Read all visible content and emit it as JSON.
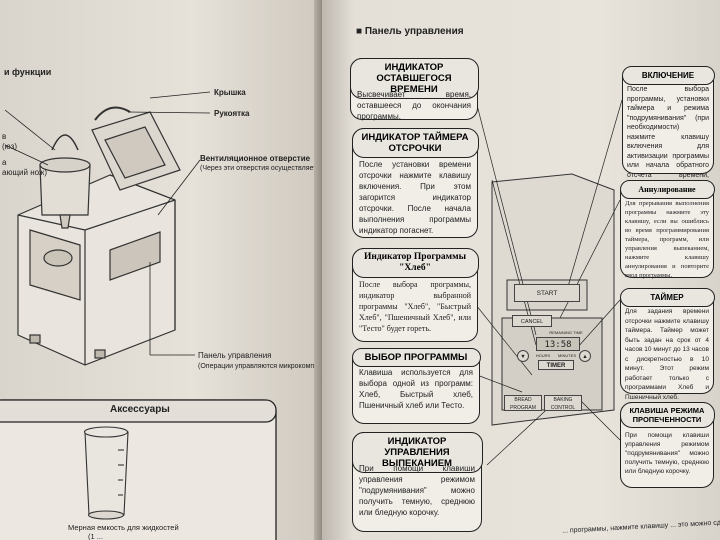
{
  "left": {
    "heading": "и функции",
    "labels": {
      "lid": "Крышка",
      "handle": "Рукоятка",
      "vent_title": "Вентиляционное отверстие",
      "vent_note": "(Через эти отверстия осуществляется вентилирование)",
      "panel_title": "Панель управления",
      "panel_note": "(Операции управляются микрокомпьютером)",
      "frag1": "в",
      "frag2": "(юз)",
      "frag3": "а",
      "frag4": "ающий нож)"
    },
    "accessories": {
      "title": "Аксессуары",
      "caption1": "Мерная емкость для жидкостей",
      "caption2": "(1 ..."
    }
  },
  "right": {
    "title": "Панель управления",
    "boxes": {
      "time_left": {
        "title": "ИНДИКАТОР ОСТАВШЕГОСЯ ВРЕМЕНИ",
        "text": "Высвечивает время, оставшееся до окончания программы."
      },
      "timer_indicator": {
        "title": "ИНДИКАТОР ТАЙМЕРА ОТСРОЧКИ",
        "text": "После установки времени отсрочки нажмите клавишу включения. При этом загорится индикатор отсрочки. После начала выполнения программы индикатор погаснет."
      },
      "bread_indicator": {
        "title": "Индикатор Программы \"Хлеб\"",
        "text": "После выбора программы, индикатор выбранной программы \"Хлеб\", \"Быстрый Хлеб\", \"Пшеничный Хлеб\", или \"Тесто\" будет гореть."
      },
      "program_select": {
        "title": "ВЫБОР ПРОГРАММЫ",
        "text": "Клавиша используется для выбора одной из программ: Хлеб, Быстрый хлеб, Пшеничный хлеб или Тесто."
      },
      "baking_indicator": {
        "title": "ИНДИКАТОР УПРАВЛЕНИЯ ВЫПЕКАНИЕМ",
        "text": "При помощи клавиши управления режимом \"подрумянивания\" можно получить темную, среднюю или бледную корочку."
      },
      "power_on": {
        "title": "ВКЛЮЧЕНИЕ",
        "text": "После выбора программы, установки таймера и режима \"подрумянивания\" (при необходимости) нажмите клавишу включения для активизации программы или начала обратного отсчета времени, заданного таймером."
      },
      "cancel": {
        "title": "Аннулирование",
        "text": "Для прерывания выполнения программы нажмите эту клавишу, если вы ошиблись во время программирования таймера, программ, или управления выпеканием, нажмите клавишу аннулирования и повторите ввод программы."
      },
      "timer": {
        "title": "ТАЙМЕР",
        "text": "Для задания времени отсрочки нажмите клавишу таймера. Таймер может быть задан на срок от 4 часов 10 минут до 13 часов с дискретностью в 10 минут. Этот режим работает только с программами Хлеб и Пшеничный хлеб."
      },
      "browning": {
        "title": "КЛАВИША РЕЖИМА ПРОПЕЧЕННОСТИ",
        "text": "При помощи клавиши управления режимом \"подрумянивания\" можно получить темную, среднюю или бледную корочку."
      }
    },
    "panel": {
      "start": "START",
      "cancel": "CANCEL",
      "display": "13:58",
      "remaining": "REMAINING TIME",
      "timer": "TIMER",
      "hours": "HOURS",
      "minutes": "MINUTES",
      "bread_program": "BREAD PROGRAM",
      "baking_control": "BAKING CONTROL"
    },
    "bottom_fragment": "... программы, нажмите клавишу ... это можно сделать в"
  },
  "colors": {
    "ink": "#222222",
    "paper": "#e8e4dc",
    "box_fill": "#f1eee8"
  }
}
